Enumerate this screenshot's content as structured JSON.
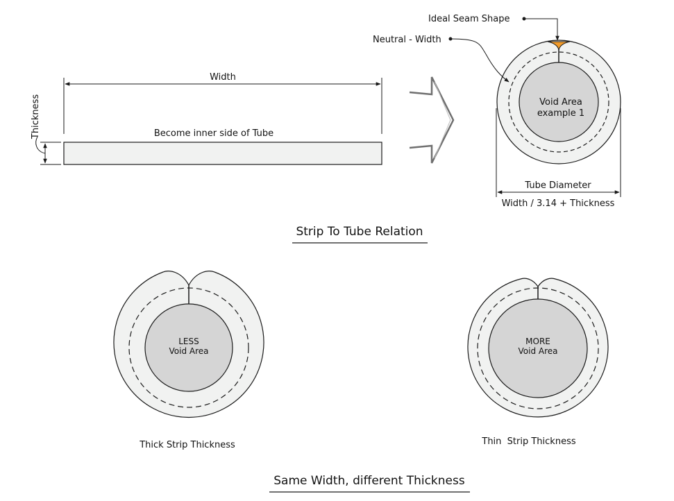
{
  "strip": {
    "width_label": "Width",
    "thickness_label": "Thickness",
    "inner_side_label": "Become inner side of Tube"
  },
  "tube": {
    "seam_label": "Ideal Seam Shape",
    "neutral_label": "Neutral - Width",
    "void_line1": "Void Area",
    "void_line2": "example 1",
    "diameter_label": "Tube Diameter",
    "formula_label": "Width / 3.14 + Thickness"
  },
  "section1_title": "Strip To Tube Relation",
  "thick_tube": {
    "void_line1": "LESS",
    "void_line2": "Void Area",
    "caption": "Thick Strip Thickness"
  },
  "thin_tube": {
    "void_line1": "MORE",
    "void_line2": "Void Area",
    "caption": "Thin  Strip Thickness"
  },
  "section2_title": "Same Width, different Thickness",
  "colors": {
    "seam_fill": "#f19a2a",
    "ring_fill": "#f1f2f1",
    "void_fill": "#d5d5d5",
    "stroke": "#1a1a1a"
  }
}
